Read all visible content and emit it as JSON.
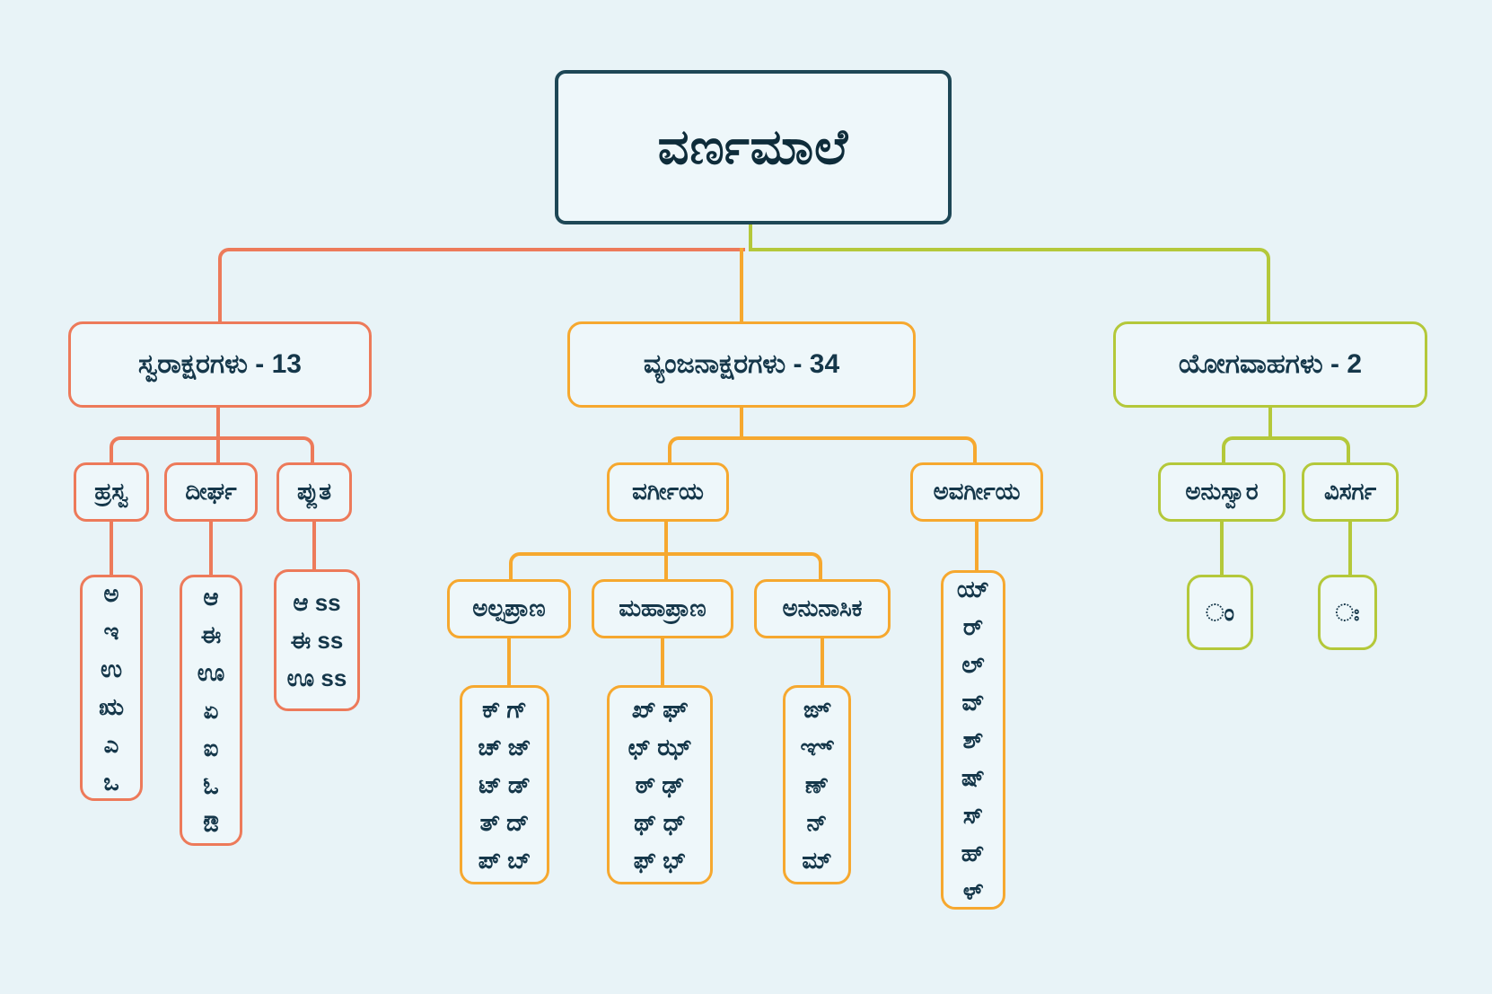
{
  "title": "ವರ್ಣಮಾಲೆ",
  "colors": {
    "background": "#e8f3f7",
    "root_border": "#1e4756",
    "vowel_branch": "#ed7a5a",
    "consonant_branch": "#f6a82f",
    "yogavaha_branch": "#b4c83a",
    "text": "#15374a"
  },
  "vowels": {
    "label": "ಸ್ವರಾಕ್ಷರಗಳು - 13",
    "hrasva": {
      "label": "ಹ್ರಸ್ವ",
      "letters": [
        "ಅ",
        "ಇ",
        "ಉ",
        "ಋ",
        "ಎ",
        "ಒ"
      ]
    },
    "deergha": {
      "label": "ದೀರ್ಘ",
      "letters": [
        "ಆ",
        "ಈ",
        "ಊ",
        "ಏ",
        "ಐ",
        "ಓ",
        "ಔ"
      ]
    },
    "pluta": {
      "label": "ಪ್ಲುತ",
      "letters": [
        "ಆ ss",
        "ಈ ss",
        "ಊ ss"
      ]
    }
  },
  "consonants": {
    "label": "ವ್ಯಂಜನಾಕ್ಷರಗಳು - 34",
    "vargeeya": {
      "label": "ವರ್ಗೀಯ",
      "alpaprana": {
        "label": "ಅಲ್ಪಪ್ರಾಣ",
        "letters": [
          "ಕ್ ಗ್",
          "ಚ್ ಜ್",
          "ಟ್ ಡ್",
          "ತ್ ದ್",
          "ಪ್ ಬ್"
        ]
      },
      "mahaprana": {
        "label": "ಮಹಾಪ್ರಾಣ",
        "letters": [
          "ಖ್ ಘ್",
          "ಛ್ ಝ್",
          "ಠ್ ಢ್",
          "ಥ್ ಧ್",
          "ಫ್ ಭ್"
        ]
      },
      "anunasika": {
        "label": "ಅನುನಾಸಿಕ",
        "letters": [
          "ಙ್",
          "ಞ್",
          "ಣ್",
          "ನ್",
          "ಮ್"
        ]
      }
    },
    "avargeeya": {
      "label": "ಅವರ್ಗೀಯ",
      "letters": [
        "ಯ್",
        "ರ್",
        "ಲ್",
        "ವ್",
        "ಶ್",
        "ಷ್",
        "ಸ್",
        "ಹ್",
        "ಳ್"
      ]
    }
  },
  "yogavaha": {
    "label": "ಯೋಗವಾಹಗಳು - 2",
    "anusvara": {
      "label": "ಅನುಸ್ವಾರ",
      "letters": [
        "ಂ"
      ]
    },
    "visarga": {
      "label": "ವಿಸರ್ಗ",
      "letters": [
        "ಃ"
      ]
    }
  }
}
